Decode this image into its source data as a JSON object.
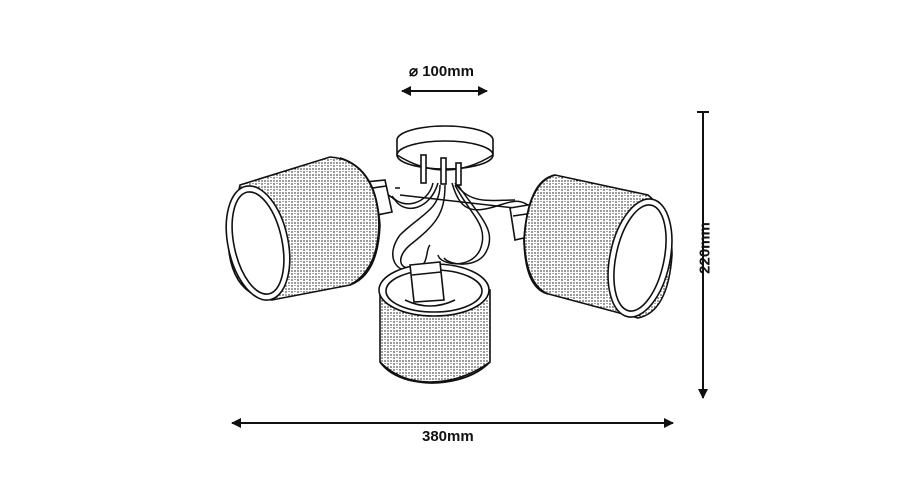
{
  "dimensions": {
    "diameter_label": "⌀ 100mm",
    "width_label": "380mm",
    "height_label": "220mm"
  },
  "drawing": {
    "subject": "three-arm ceiling lamp with fabric drum shades",
    "line_color": "#111111",
    "background": "#ffffff"
  }
}
